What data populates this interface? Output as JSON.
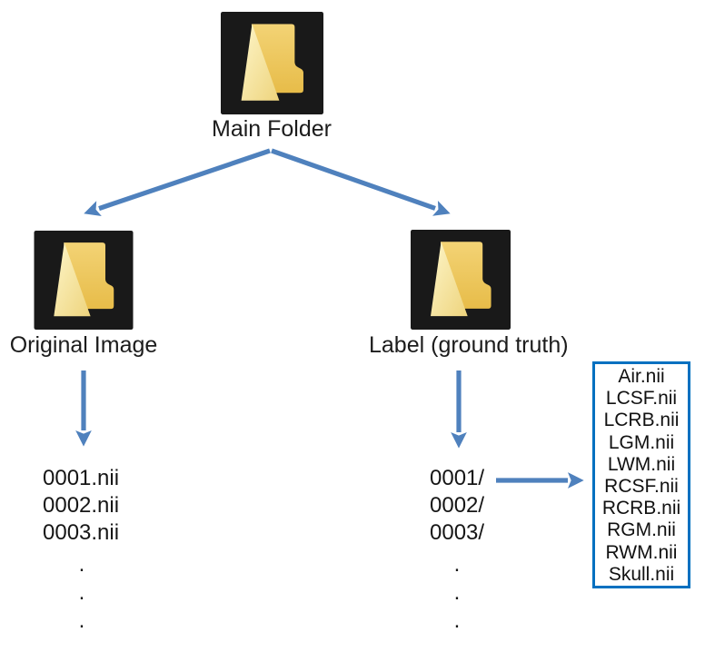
{
  "diagram": {
    "root": {
      "label": "Main Folder"
    },
    "children": {
      "original": {
        "label": "Original Image"
      },
      "ground_truth": {
        "label": "Label (ground truth)"
      }
    },
    "original_files": {
      "items": [
        "0001.nii",
        "0002.nii",
        "0003.nii"
      ],
      "ellipsis": [
        ".",
        ".",
        "."
      ]
    },
    "label_subfolders": {
      "items": [
        "0001/",
        "0002/",
        "0003/"
      ],
      "ellipsis": [
        ".",
        ".",
        "."
      ]
    },
    "label_box": {
      "files": [
        "Air.nii",
        "LCSF.nii",
        "LCRB.nii",
        "LGM.nii",
        "LWM.nii",
        "RCSF.nii",
        "RCRB.nii",
        "RGM.nii",
        "RWM.nii",
        "Skull.nii"
      ]
    }
  },
  "icons": {
    "folder": "folder-icon"
  },
  "colors": {
    "arrow": "#4f81bd",
    "box_border": "#0070c0",
    "icon_background": "#191919",
    "folder_body_top": "#f3d375",
    "folder_body_bottom": "#e7bc49",
    "folder_flap_light": "#fdf5c8",
    "folder_flap_dark": "#eed47d"
  }
}
